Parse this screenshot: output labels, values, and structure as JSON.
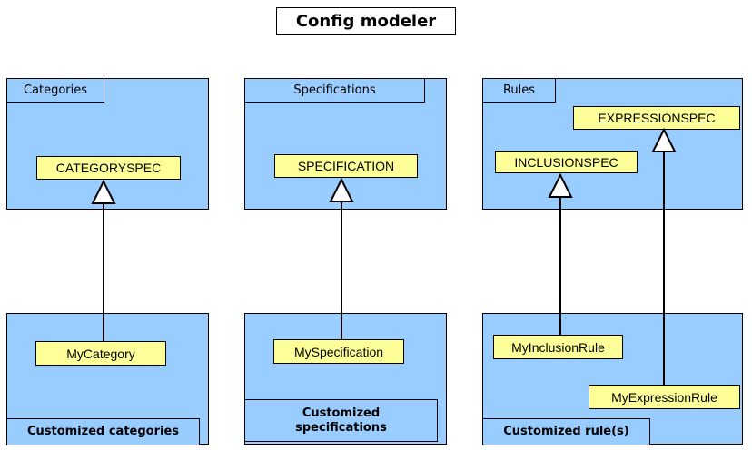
{
  "title": "Config modeler",
  "packages": {
    "categories": {
      "name": "Categories"
    },
    "specifications": {
      "name": "Specifications"
    },
    "rules": {
      "name": "Rules"
    },
    "custom_categories": {
      "name": "Customized categories"
    },
    "custom_specifications": {
      "name_line1": "Customized",
      "name_line2": "specifications"
    },
    "custom_rules": {
      "name": "Customized rule(s)"
    }
  },
  "classes": {
    "categoryspec": "CATEGORYSPEC",
    "specification": "SPECIFICATION",
    "inclusionspec": "INCLUSIONSPEC",
    "expressionspec": "EXPRESSIONSPEC",
    "mycategory": "MyCategory",
    "myspecification": "MySpecification",
    "myinclusionrule": "MyInclusionRule",
    "myexpressionrule": "MyExpressionRule"
  },
  "relation": "generalization",
  "colors": {
    "package_fill": "#99ccff",
    "class_fill": "#ffff99",
    "line": "#000000"
  }
}
